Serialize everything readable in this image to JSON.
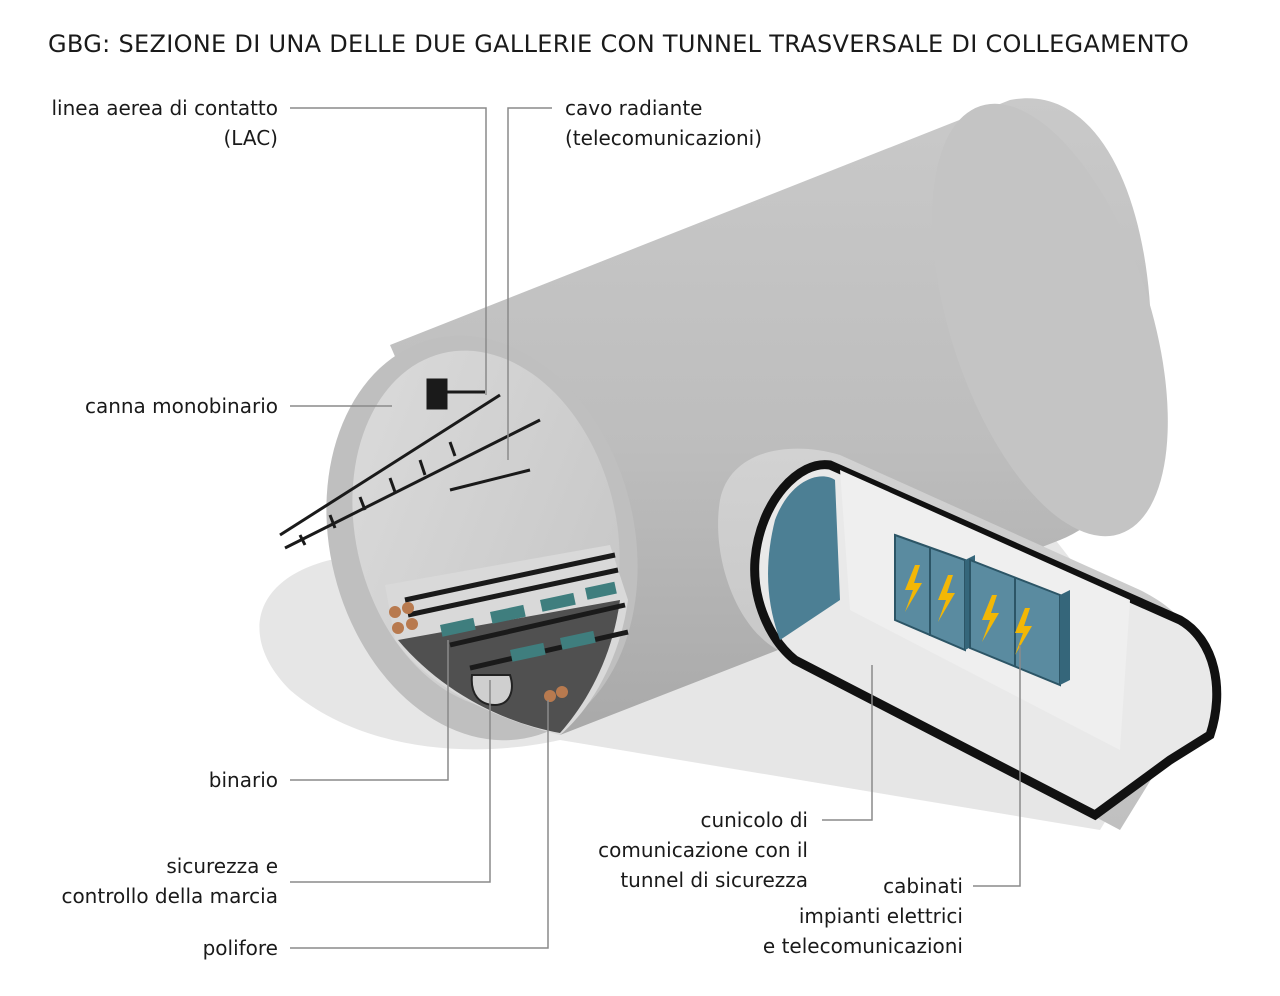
{
  "title": "GBG: SEZIONE DI UNA DELLE DUE GALLERIE CON TUNNEL TRASVERSALE DI COLLEGAMENTO",
  "labels": {
    "lac": [
      "linea aerea di contatto",
      "(LAC)"
    ],
    "cavo": [
      "cavo radiante",
      "(telecomunicazioni)"
    ],
    "canna": [
      "canna monobinario"
    ],
    "binario": [
      "binario"
    ],
    "sicurezza": [
      "sicurezza e",
      "controllo della marcia"
    ],
    "polifore": [
      "polifore"
    ],
    "cunicolo": [
      "cunicolo di",
      "comunicazione con il",
      "tunnel di sicurezza"
    ],
    "cabinati": [
      "cabinati",
      "impianti elettrici",
      "e telecomunicazioni"
    ]
  },
  "colors": {
    "tube": "#c8c8c8",
    "tube_dark": "#9a9a9a",
    "tube_inner": "#d4d4d4",
    "shadow": "#e4e4e4",
    "cabinet": "#4c7f94",
    "cabinet_dark": "#35667a",
    "lightning": "#f2b705",
    "leader": "#8a8a8a"
  }
}
